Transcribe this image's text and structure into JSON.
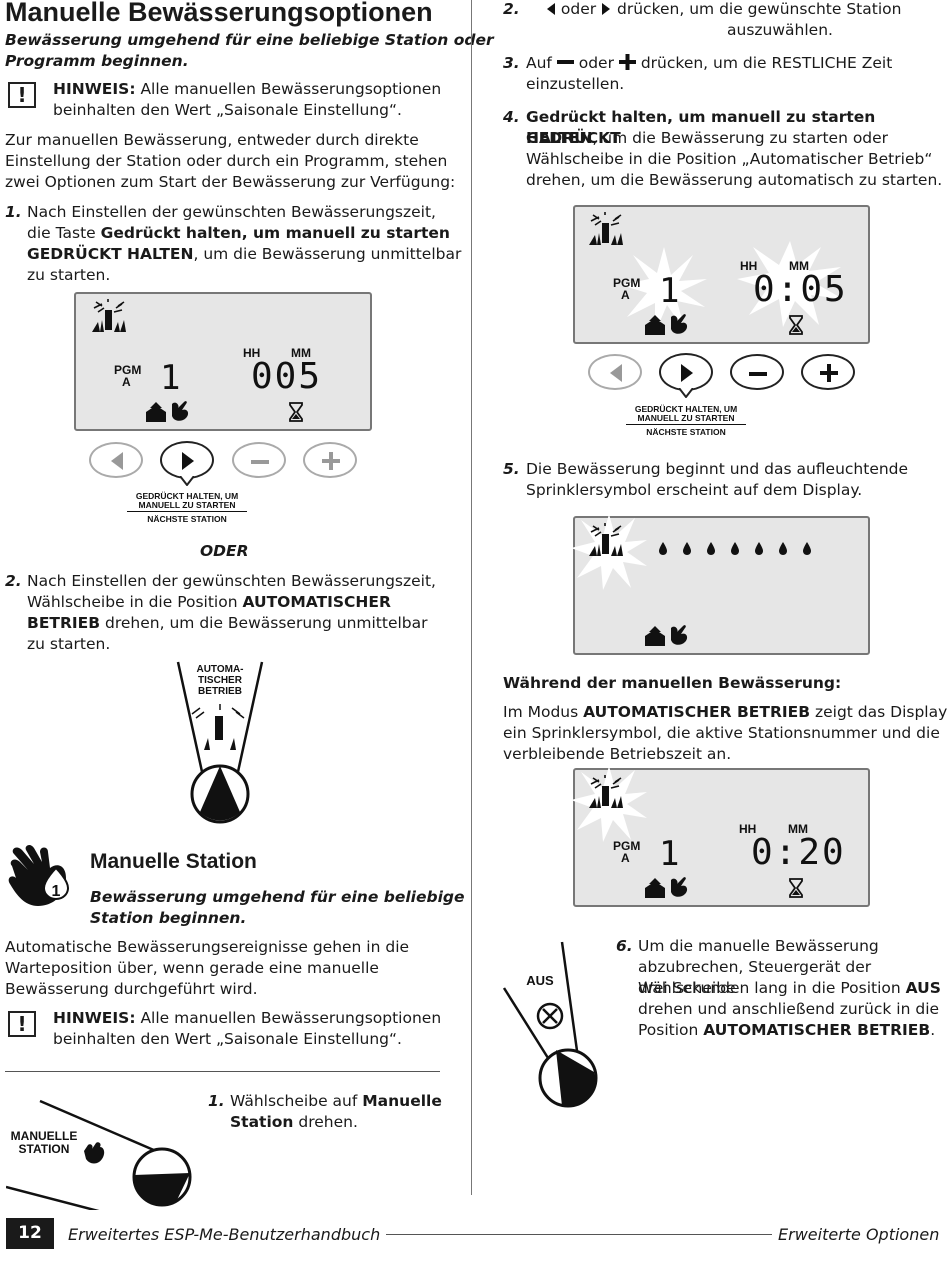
{
  "left": {
    "title": "Manuelle Bewässerungsoptionen",
    "subtitle_1": "Bewässerung umgehend für eine beliebige Station oder",
    "subtitle_2": "Programm beginnen.",
    "note1_label": "HINWEIS:",
    "note1_text_1": " Alle manuellen Bewässerungsoptionen",
    "note1_text_2": "beinhalten den Wert „Saisonale Einstellung“.",
    "intro_1": "Zur manuellen Bewässerung, entweder durch direkte",
    "intro_2": "Einstellung der Station oder durch ein Programm, stehen",
    "intro_3": "zwei Optionen zum Start der Bewässerung zur Verfügung:",
    "step1_num": "1.",
    "step1_l1": "Nach Einstellen der gewünschten Bewässerungszeit,",
    "step1_l2a": "die Taste ",
    "step1_l2b": "Gedrückt halten, um manuell zu starten",
    "step1_l3a": "GEDRÜCKT HALTEN",
    "step1_l3b": ", um die Bewässerung unmittelbar",
    "step1_l4": "zu starten.",
    "lcd1": {
      "hh": "HH",
      "mm": "MM",
      "pgm": "PGM",
      "a": "A",
      "station": "1",
      "time": "005"
    },
    "caption1_l1": "GEDRÜCKT HALTEN, UM",
    "caption1_l2": "MANUELL ZU STARTEN",
    "caption1_l3": "NÄCHSTE STATION",
    "oder": "ODER",
    "step2_num": "2.",
    "step2_l1": "Nach Einstellen der gewünschten Bewässerungszeit,",
    "step2_l2a": "Wählscheibe in die Position ",
    "step2_l2b": "AUTOMATISCHER",
    "step2_l3a": "BETRIEB",
    "step2_l3b": " drehen, um die Bewässerung unmittelbar",
    "step2_l4": "zu starten.",
    "dial1_l1": "AUTOMA-",
    "dial1_l2": "TISCHER",
    "dial1_l3": "BETRIEB",
    "section_title": "Manuelle Station",
    "section_sub_1": "Bewässerung umgehend für eine beliebige",
    "section_sub_2": "Station beginnen.",
    "para_1": "Automatische Bewässerungsereignisse gehen in die",
    "para_2": "Warteposition über, wenn gerade eine manuelle",
    "para_3": "Bewässerung durchgeführt wird.",
    "note2_label": "HINWEIS:",
    "note2_text_1": " Alle manuellen Bewässerungsoptionen",
    "note2_text_2": "beinhalten den Wert „Saisonale Einstellung“.",
    "ms_step1_num": "1.",
    "ms_step1_l1a": "Wählscheibe auf ",
    "ms_step1_l1b": "Manuelle",
    "ms_step1_l2a": "Station",
    "ms_step1_l2b": " drehen.",
    "dial2_l1": "MANUELLE",
    "dial2_l2": "STATION"
  },
  "right": {
    "step2_num": "2.",
    "step2_l1a": " oder ",
    "step2_l1b": " drücken, um die gewünschte Station",
    "step2_l2": "auszuwählen.",
    "step3_num": "3.",
    "step3_a": "Auf ",
    "step3_b": " oder ",
    "step3_c": " drücken, um die RESTLICHE Zeit",
    "step3_l2": "einzustellen.",
    "step4_num": "4.",
    "step4_l1": "Gedrückt halten, um manuell zu starten GEDRÜCKT",
    "step4_l2a": "HALTEN",
    "step4_l2b": ", um die Bewässerung zu starten oder",
    "step4_l3": "Wählscheibe in die Position „Automatischer Betrieb“",
    "step4_l4": "drehen, um die Bewässerung automatisch zu starten.",
    "lcd2": {
      "hh": "HH",
      "mm": "MM",
      "pgm": "PGM",
      "a": "A",
      "station": "1",
      "time": "0:05"
    },
    "caption2_l1": "GEDRÜCKT HALTEN, UM",
    "caption2_l2": "MANUELL ZU STARTEN",
    "caption2_l3": "NÄCHSTE STATION",
    "step5_num": "5.",
    "step5_l1": "Die Bewässerung beginnt und das aufleuchtende",
    "step5_l2": "Sprinklersymbol erscheint auf dem Display.",
    "during_title": "Während der manuellen Bewässerung:",
    "during_l1a": "Im Modus ",
    "during_l1b": "AUTOMATISCHER BETRIEB",
    "during_l1c": " zeigt das Display",
    "during_l2": "ein Sprinklersymbol, die aktive Stationsnummer und die",
    "during_l3": "verbleibende Betriebszeit an.",
    "lcd4": {
      "hh": "HH",
      "mm": "MM",
      "pgm": "PGM",
      "a": "A",
      "station": "1",
      "time": "0:20"
    },
    "step6_num": "6.",
    "step6_l1": "Um die manuelle Bewässerung",
    "step6_l2": "abzubrechen, Steuergerät der Wählscheibe",
    "step6_l3a": "drei Sekunden lang in die Position ",
    "step6_l3b": "AUS",
    "step6_l4": "drehen und anschließend zurück in die",
    "step6_l5a": "Position ",
    "step6_l5b": "AUTOMATISCHER BETRIEB",
    "step6_l5c": ".",
    "dial3_label": "AUS"
  },
  "footer": {
    "page_number": "12",
    "left_text": "Erweitertes ESP-Me-Benutzerhandbuch",
    "right_text": "Erweiterte Optionen"
  }
}
